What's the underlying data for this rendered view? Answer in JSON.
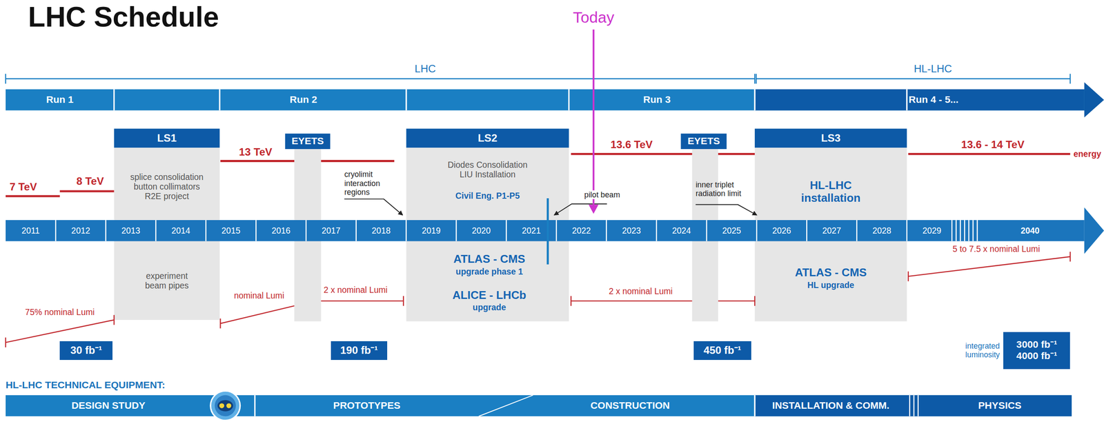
{
  "diagram": {
    "title": "LHC Schedule",
    "nodes": [
      {
        "text": [
          "Run 1"
        ]
      },
      {
        "text": [
          "Run 2"
        ]
      },
      {
        "text": [
          "Run 3"
        ]
      },
      {
        "text": [
          "Run 4 - 5..."
        ]
      },
      {
        "text": [
          "LS1",
          "splice consolidation button collimators R2E project",
          "experiment beam pipes"
        ]
      },
      {
        "text": [
          "EYETS"
        ]
      },
      {
        "text": [
          "LS2",
          "Diodes Consolidation LIU Installation",
          "Civil Eng. P1-P5",
          "ATLAS - CMS",
          "upgrade phase 1",
          "ALICE - LHCb",
          "upgrade"
        ]
      },
      {
        "text": [
          "EYETS"
        ]
      },
      {
        "text": [
          "LS3",
          "HL-LHC installation",
          "ATLAS - CMS",
          "HL upgrade"
        ]
      },
      {
        "text": [
          "30 fb⁻¹"
        ]
      },
      {
        "text": [
          "190 fb⁻¹"
        ]
      },
      {
        "text": [
          "450 fb⁻¹"
        ]
      },
      {
        "text": [
          "3000 fb⁻¹ 4000 fb⁻¹"
        ]
      },
      {
        "text": [
          "DESIGN STUDY"
        ]
      },
      {
        "text": [
          "PROTOTYPES"
        ]
      },
      {
        "text": [
          "CONSTRUCTION"
        ]
      },
      {
        "text": [
          "INSTALLATION & COMM."
        ]
      },
      {
        "text": [
          "PHYSICS"
        ]
      }
    ],
    "labels": [
      "Today",
      "LHC",
      "HL-LHC",
      "7 TeV",
      "8 TeV",
      "13 TeV",
      "13.6 TeV",
      "13.6 - 14 TeV",
      "energy",
      "cryolimit interaction regions",
      "pilot beam",
      "inner triplet radiation limit",
      "2011",
      "2012",
      "2013",
      "2014",
      "2015",
      "2016",
      "2017",
      "2018",
      "2019",
      "2020",
      "2021",
      "2022",
      "2023",
      "2024",
      "2025",
      "2026",
      "2027",
      "2028",
      "2029",
      "2040",
      "75% nominal Lumi",
      "nominal Lumi",
      "2 x nominal Lumi",
      "2 x nominal Lumi",
      "5 to 7.5 x nominal Lumi",
      "integrated luminosity",
      "HL-LHC TECHNICAL EQUIPMENT:"
    ]
  }
}
